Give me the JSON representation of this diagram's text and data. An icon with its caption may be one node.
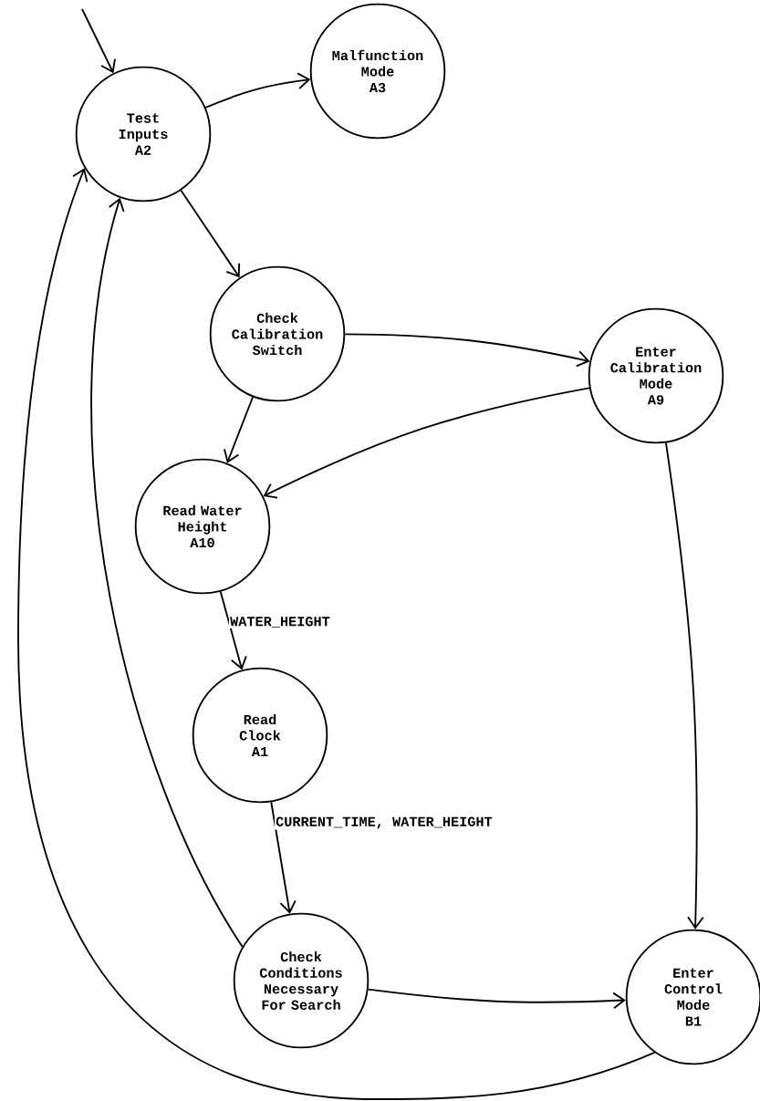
{
  "diagram": {
    "nodes": [
      {
        "text": [
          "Test Inputs",
          "A2"
        ]
      },
      {
        "text": [
          "Malfunction Mode",
          "A3"
        ]
      },
      {
        "text": [
          "Check Calibration Switch"
        ]
      },
      {
        "text": [
          "Enter Calibration Mode",
          "A9"
        ]
      },
      {
        "text": [
          "Read Water Height",
          "A10"
        ]
      },
      {
        "text": [
          "Read Clock",
          "A1"
        ]
      },
      {
        "text": [
          "Check Conditions Necessary For Search"
        ]
      },
      {
        "text": [
          "Enter Control Mode",
          "B1"
        ]
      }
    ],
    "edges": [
      {
        "from": null,
        "to": 0,
        "arrow": "to"
      },
      {
        "from": 0,
        "to": 1,
        "arrow": "to"
      },
      {
        "from": 0,
        "to": 2,
        "arrow": "to"
      },
      {
        "from": 2,
        "to": 3,
        "arrow": "to"
      },
      {
        "from": 2,
        "to": 4,
        "arrow": "to"
      },
      {
        "from": 3,
        "to": 4,
        "arrow": "to"
      },
      {
        "from": 4,
        "to": 5,
        "arrow": "to",
        "label": "WATER_HEIGHT"
      },
      {
        "from": 5,
        "to": 6,
        "arrow": "to",
        "label": "CURRENT_TIME, WATER_HEIGHT"
      },
      {
        "from": 6,
        "to": 7,
        "arrow": "to"
      },
      {
        "from": 3,
        "to": 7,
        "arrow": "to"
      },
      {
        "from": 6,
        "to": 0,
        "arrow": "to"
      },
      {
        "from": 7,
        "to": 0,
        "arrow": "to"
      }
    ]
  }
}
